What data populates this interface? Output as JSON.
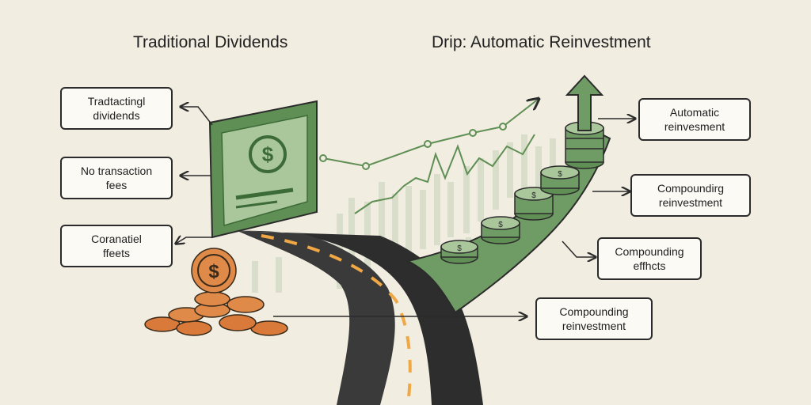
{
  "titles": {
    "left": "Traditional Dividends",
    "right": "Drip: Automatic Reinvestment"
  },
  "left_labels": [
    {
      "line1": "Tradtactingl",
      "line2": "dividends"
    },
    {
      "line1": "No transaction",
      "line2": "fees"
    },
    {
      "line1": "Coranatiel",
      "line2": "ffeets"
    }
  ],
  "right_labels": [
    {
      "line1": "Automatic",
      "line2": "reinvesment"
    },
    {
      "line1": "Compoundirg",
      "line2": "reinvestment"
    },
    {
      "line1": "Compounding",
      "line2": "effhcts"
    },
    {
      "line1": "Compounding",
      "line2": "reinvestment"
    }
  ],
  "icons": {
    "bill": "dollar-bill-icon",
    "coin": "dollar-coin-icon",
    "arrow": "up-arrow-icon"
  },
  "colors": {
    "background": "#f1ede0",
    "green": "#5f8f55",
    "green_light": "#a9c79a",
    "coin_orange": "#e08a4a",
    "road": "#2d2d2d",
    "road_stripe": "#f0a845"
  }
}
